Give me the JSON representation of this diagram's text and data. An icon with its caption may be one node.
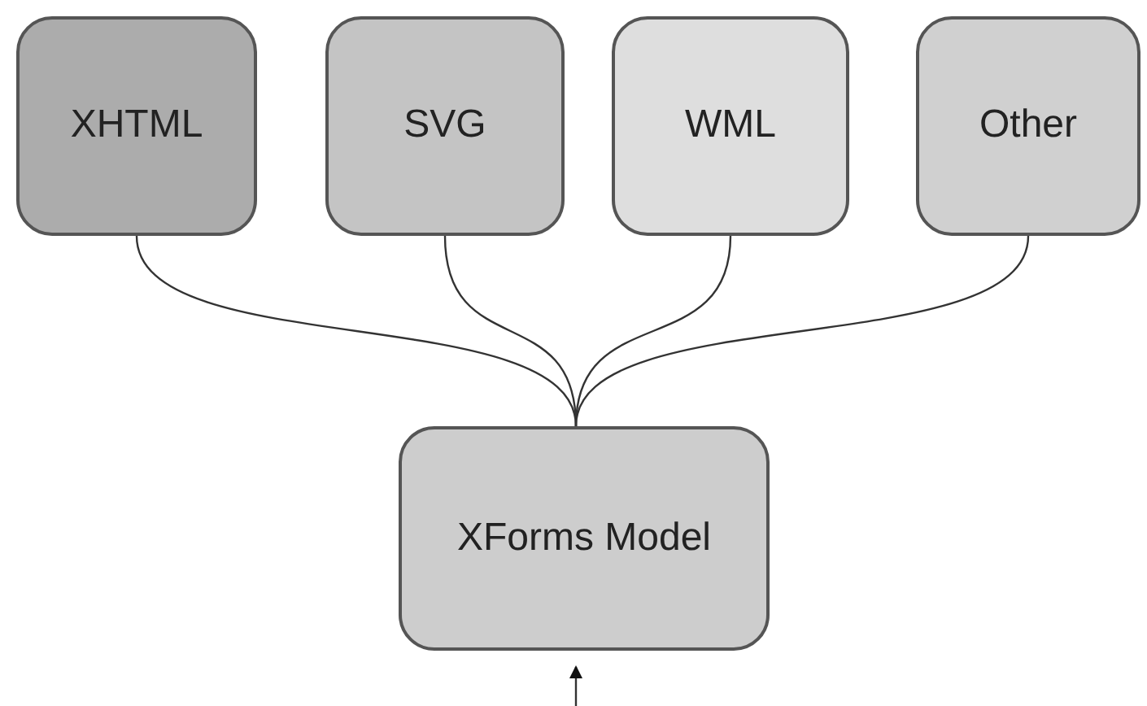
{
  "diagram": {
    "nodes": [
      {
        "text": [
          "XHTML"
        ]
      },
      {
        "text": [
          "SVG"
        ]
      },
      {
        "text": [
          "WML"
        ]
      },
      {
        "text": [
          "Other"
        ]
      },
      {
        "text": [
          "XForms Model"
        ]
      }
    ],
    "edges": [
      {
        "from": 0,
        "to": 4,
        "arrow": "none"
      },
      {
        "from": 1,
        "to": 4,
        "arrow": "none"
      },
      {
        "from": 2,
        "to": 4,
        "arrow": "none"
      },
      {
        "from": 3,
        "to": 4,
        "arrow": "none"
      },
      {
        "from": null,
        "to": 4,
        "arrow": "to"
      }
    ]
  }
}
